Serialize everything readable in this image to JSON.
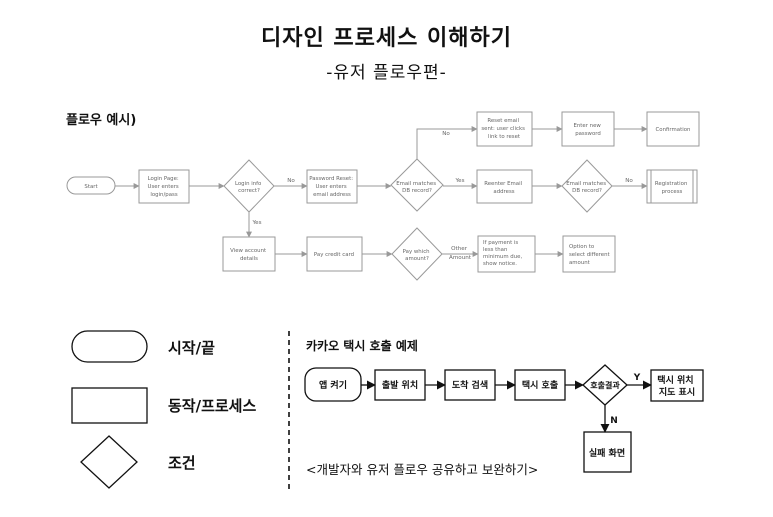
{
  "title": "디자인 프로세스 이해하기",
  "subtitle": "-유저 플로우편-",
  "section_label": "플로우 예시)",
  "flow_example": {
    "start": "Start",
    "login_page": [
      "Login Page:",
      "User enters",
      "login/pass"
    ],
    "login_info": [
      "Login info",
      "correct?"
    ],
    "edge_no": "No",
    "edge_yes": "Yes",
    "password_reset": [
      "Password Reset:",
      "User enters",
      "email address"
    ],
    "email_matches": [
      "Email matches",
      "DB record?"
    ],
    "edge_no_top": "No",
    "edge_yes_mid": "Yes",
    "reset_email": [
      "Reset email",
      "sent: user clicks",
      "link to reset"
    ],
    "enter_new_password": [
      "Enter new",
      "password"
    ],
    "confirmation": "Confirmation",
    "reenter_email": [
      "Reenter Email",
      "address"
    ],
    "email_matches_2": [
      "Email matches",
      "DB record?"
    ],
    "edge_no_right": "No",
    "registration": [
      "Registration",
      "process"
    ],
    "view_account": [
      "View account",
      "details"
    ],
    "pay_credit_card": "Pay credit card",
    "pay_which": [
      "Pay which",
      "amount?"
    ],
    "edge_other_amount": [
      "Other",
      "Amount"
    ],
    "payment_less": [
      "If payment is",
      "less than",
      "minimum due,",
      "show notice."
    ],
    "option_different": [
      "Option to",
      "select different",
      "amount"
    ]
  },
  "legend": {
    "start_end": "시작/끝",
    "action_process": "동작/프로세스",
    "condition": "조건"
  },
  "kakao": {
    "title": "카카오 택시 호출 예제",
    "open_app": "앱 켜기",
    "departure": "출발 위치",
    "destination": "도착 검색",
    "call_taxi": "택시 호출",
    "call_result": "호출결과",
    "edge_y": "Y",
    "edge_n": "N",
    "taxi_location": [
      "택시 위치",
      "지도 표시"
    ],
    "fail_screen": "실패 화면"
  },
  "note": "<개발자와 유저 플로우 공유하고 보완하기>"
}
